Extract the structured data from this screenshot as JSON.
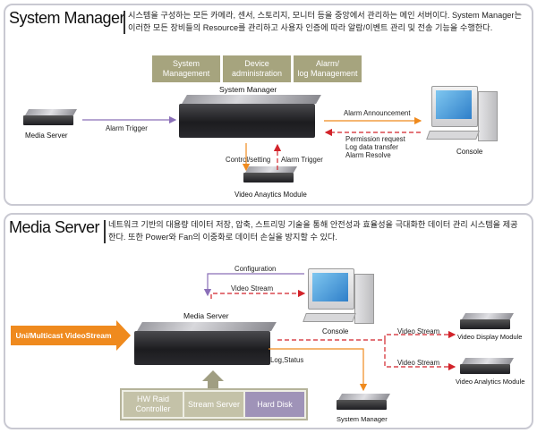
{
  "top": {
    "title": "System Manager",
    "description_line1": "시스템을 구성하는 모든 카메라, 센서, 스토리지, 모니터 등을 중앙에서 관리하는 메인 서버이다. System Manager는",
    "description_line2": "이러한 모든 장비들의 Resource를 관리하고 사용자 인증에 따라 알람/이벤트 관리 및 전송 기능을 수행한다.",
    "boxes": [
      "System\nManagement",
      "Device\nadministration",
      "Alarm/\nlog Management"
    ],
    "center_label": "System Manager",
    "media_server_label": "Media Server",
    "alarm_trigger_left": "Alarm Trigger",
    "alarm_announcement": "Alarm Announcement",
    "console_requests": "Permission request\nLog data transfer\nAlarm Resolve",
    "console_label": "Console",
    "control_setting": "Control/setting",
    "alarm_trigger_bottom": "Alarm Trigger",
    "vam_label": "Video Anaytics Module"
  },
  "bottom": {
    "title": "Media Server",
    "description_line1": "네트워크 기반의 대용량 데이터 저장, 압축, 스트리밍 기술을 통해 안전성과 효율성을 극대화한 데이터 관리 시스템을 제공",
    "description_line2": "한다. 또한 Power와 Fan의 이중화로 데이터 손실을 방지할 수 있다.",
    "configuration": "Configuration",
    "video_stream_top": "Video Stream",
    "console_label": "Console",
    "center_label": "Media Server",
    "input_stream": "Uni/Multicast VideoStream",
    "video_stream_display": "Video  Stream",
    "video_display_module": "Video Display Module",
    "video_stream_analytics": "Video  Stream",
    "video_analytics_module": "Video Analytics Module",
    "log_status": "Log,Status",
    "system_manager_label": "System Manager",
    "components": [
      "HW Raid\nController",
      "Stream Server",
      "Hard Disk"
    ]
  },
  "colors": {
    "olive_box": "#a6a47e",
    "purple_box": "#9f93b8",
    "purple_line": "#8a6fb8",
    "orange": "#ef8a1e",
    "red_dash": "#d2232a",
    "panel_border": "#c9c9d2"
  }
}
